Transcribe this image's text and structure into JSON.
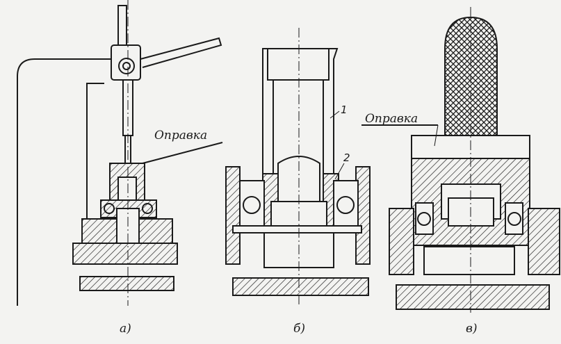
{
  "figure": {
    "label_mandrel": "Оправка",
    "part_numbers": [
      "1",
      "2"
    ],
    "captions": [
      "а)",
      "б)",
      "в)"
    ]
  }
}
